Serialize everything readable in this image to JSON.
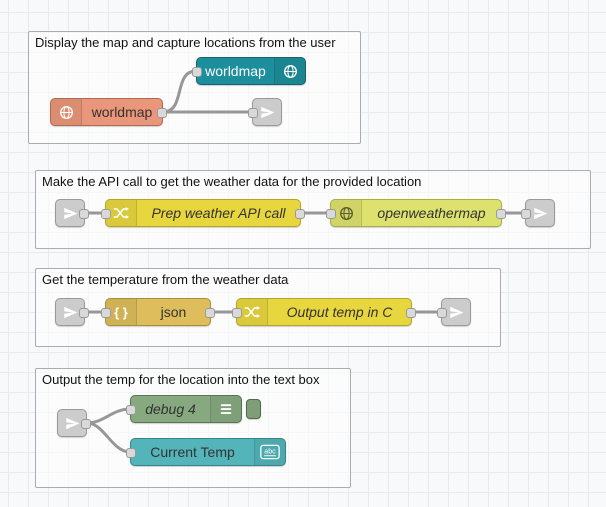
{
  "canvas": {
    "background": "#f8f9fa",
    "grid_color": "#e8ebee",
    "wire_color": "#979797",
    "port_color": "#d9d9d9"
  },
  "groups": [
    {
      "label": "Display the map and capture locations from the user",
      "nodes": [
        {
          "id": "worldmap-display",
          "label": "worldmap",
          "color": "#1d8e9c",
          "border": "#14646e",
          "icon": "globe-icon"
        },
        {
          "id": "worldmap-in",
          "label": "worldmap",
          "color": "#e9967a",
          "border": "#b06a52",
          "icon": "globe-icon"
        },
        {
          "id": "link-out-1",
          "label": "",
          "color": "#cccccc",
          "border": "#999999",
          "icon": "paper-plane-icon"
        }
      ]
    },
    {
      "label": "Make the API call to get the weather data for the provided location",
      "nodes": [
        {
          "id": "link-in-1",
          "label": "",
          "color": "#cccccc",
          "border": "#999999",
          "icon": "paper-plane-icon"
        },
        {
          "id": "prep-weather",
          "label": "Prep weather API call",
          "color": "#e8d63e",
          "border": "#b5a526",
          "icon": "function-icon"
        },
        {
          "id": "openweathermap",
          "label": "openweathermap",
          "color": "#dde26e",
          "border": "#a8ad45",
          "icon": "globe-icon"
        },
        {
          "id": "link-out-2",
          "label": "",
          "color": "#cccccc",
          "border": "#999999",
          "icon": "paper-plane-icon"
        }
      ]
    },
    {
      "label": "Get the temperature from the weather data",
      "nodes": [
        {
          "id": "link-in-2",
          "label": "",
          "color": "#cccccc",
          "border": "#999999",
          "icon": "paper-plane-icon"
        },
        {
          "id": "json",
          "label": "json",
          "color": "#debd5c",
          "border": "#aa8f3e",
          "icon": "braces-icon"
        },
        {
          "id": "output-temp-c",
          "label": "Output temp in C",
          "color": "#e8d63e",
          "border": "#b5a526",
          "icon": "function-icon"
        },
        {
          "id": "link-out-3",
          "label": "",
          "color": "#cccccc",
          "border": "#999999",
          "icon": "paper-plane-icon"
        }
      ]
    },
    {
      "label": "Output the temp for the location into the text box",
      "nodes": [
        {
          "id": "link-in-3",
          "label": "",
          "color": "#cccccc",
          "border": "#999999",
          "icon": "paper-plane-icon"
        },
        {
          "id": "debug-4",
          "label": "debug 4",
          "color": "#87a980",
          "border": "#5a7355",
          "icon": "debug-list-icon"
        },
        {
          "id": "current-temp",
          "label": "Current Temp",
          "color": "#53b4ba",
          "border": "#37838a",
          "icon": "abc-text-icon"
        }
      ]
    }
  ]
}
